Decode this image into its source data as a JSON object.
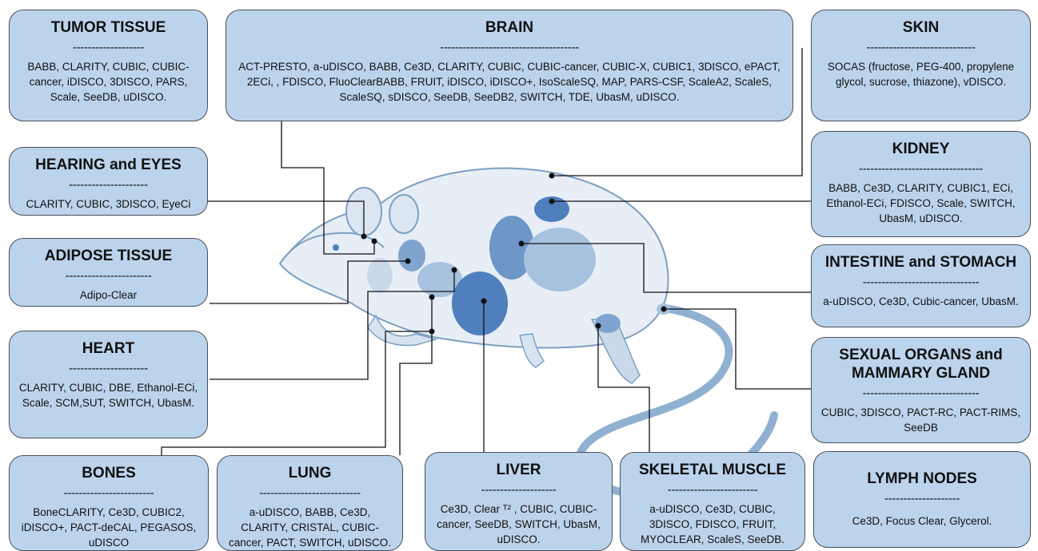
{
  "boxes": {
    "tumor": {
      "title": "TUMOR TISSUE",
      "dash": "-------------------",
      "items": "BABB, CLARITY, CUBIC, CUBIC-cancer, iDISCO, 3DISCO, PARS, Scale, SeeDB, uDISCO."
    },
    "brain": {
      "title": "BRAIN",
      "dash": "-------------------------------------",
      "items": "ACT-PRESTO, a-uDISCO, BABB, Ce3D, CLARITY, CUBIC, CUBIC-cancer, CUBIC-X, CUBIC1, 3DISCO, ePACT, 2ECi, , FDISCO, FluoClearBABB, FRUIT, iDISCO, iDISCO+, IsoScaleSQ, MAP, PARS-CSF, ScaleA2, ScaleS, ScaleSQ, sDISCO, SeeDB, SeeDB2, SWITCH, TDE, UbasM, uDISCO."
    },
    "skin": {
      "title": "SKIN",
      "dash": "-----------------------------",
      "items": "SOCAS (fructose, PEG-400, propylene glycol, sucrose, thiazone), vDISCO."
    },
    "hearing": {
      "title": "HEARING and EYES",
      "dash": "---------------------",
      "items": "CLARITY, CUBIC, 3DISCO, EyeCi"
    },
    "kidney": {
      "title": "KIDNEY",
      "dash": "---------------------------------",
      "items": "BABB, Ce3D, CLARITY, CUBIC1, ECi, Ethanol-ECi, FDISCO, Scale, SWITCH, UbasM, uDISCO."
    },
    "adipose": {
      "title": "ADIPOSE TISSUE",
      "dash": "-----------------------",
      "items": "Adipo-Clear"
    },
    "intestine": {
      "title": "INTESTINE and STOMACH",
      "dash": "-------------------------------",
      "items": "a-uDISCO, Ce3D, Cubic-cancer, UbasM."
    },
    "heart": {
      "title": "HEART",
      "dash": "---------------------",
      "items": "CLARITY, CUBIC, DBE, Ethanol-ECi, Scale, SCM,SUT, SWITCH, UbasM."
    },
    "sexual": {
      "title": "SEXUAL ORGANS and MAMMARY GLAND",
      "dash": "-------------------------------",
      "items": "CUBIC, 3DISCO, PACT-RC, PACT-RIMS, SeeDB"
    },
    "bones": {
      "title": "BONES",
      "dash": "------------------------",
      "items": "BoneCLARITY, Ce3D, CUBIC2, iDISCO+, PACT-deCAL, PEGASOS, uDISCO"
    },
    "lung": {
      "title": "LUNG",
      "dash": "---------------------------",
      "items": "a-uDISCO, BABB, Ce3D, CLARITY, CRISTAL, CUBIC-cancer, PACT, SWITCH, uDISCO."
    },
    "liver": {
      "title": "LIVER",
      "dash": "--------------------",
      "items": "Ce3D, Clear ᵀ² , CUBIC, CUBIC-cancer, SeeDB, SWITCH, UbasM, uDISCO."
    },
    "muscle": {
      "title": "SKELETAL MUSCLE",
      "dash": "------------------------",
      "items": "a-uDISCO, Ce3D, CUBIC, 3DISCO, FDISCO, FRUIT, MYOCLEAR, ScaleS, SeeDB."
    },
    "lymph": {
      "title": "LYMPH NODES",
      "dash": "--------------------",
      "items": "Ce3D, Focus Clear, Glycerol."
    }
  },
  "colors": {
    "box_fill": "#bcd3ec",
    "box_border": "#4a4f59",
    "rat_body": "#e7eef6",
    "rat_outline": "#7d9fc1",
    "organ_blue": "#4f7fbd",
    "organ_light": "#a7c2de"
  },
  "icons": {
    "illustration": "rat-anatomy-illustration"
  }
}
